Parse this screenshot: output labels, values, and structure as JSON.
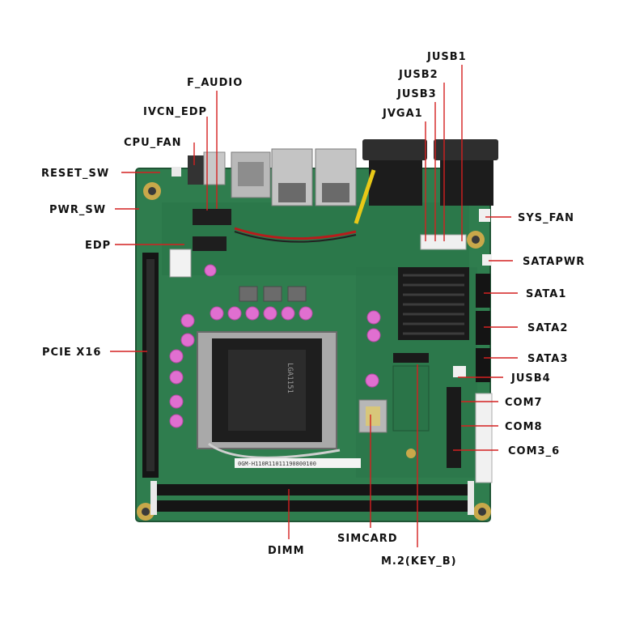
{
  "colors": {
    "pcb": "#2f7d4e",
    "pcb_dark": "#245f3c",
    "leader": "#d42020",
    "label_text": "#111111"
  },
  "labels": {
    "jusb1": "JUSB1",
    "jusb2": "JUSB2",
    "jusb3": "JUSB3",
    "jvga1": "JVGA1",
    "f_audio": "F_AUDIO",
    "ivcn_edp": "IVCN_EDP",
    "cpu_fan": "CPU_FAN",
    "reset_sw": "RESET_SW",
    "pwr_sw": "PWR_SW",
    "edp": "EDP",
    "pcie_x16": "PCIE X16",
    "sys_fan": "SYS_FAN",
    "satapwr": "SATAPWR",
    "sata1": "SATA1",
    "sata2": "SATA2",
    "sata3": "SATA3",
    "jusb4": "JUSB4",
    "com7": "COM7",
    "com8": "COM8",
    "com3_6": "COM3_6",
    "dimm": "DIMM",
    "simcard": "SIMCARD",
    "m2_key_b": "M.2(KEY_B)"
  },
  "board_print": {
    "socket_text": "LGA1151",
    "serial": "0GM-H110R11011190800100"
  }
}
